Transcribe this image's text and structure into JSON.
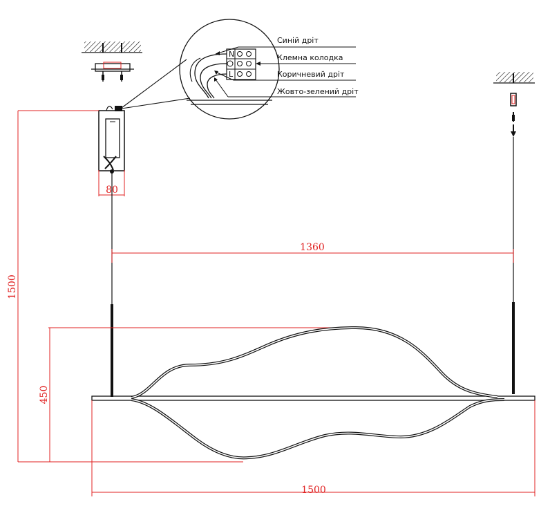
{
  "dimensions": {
    "box_width": "80",
    "span": "1360",
    "drop_height": "1500",
    "body_height": "450",
    "body_length": "1500"
  },
  "callout_labels": {
    "blue_wire": "Синій дріт",
    "terminal_block": "Клемна колодка",
    "brown_wire": "Коричневий дріт",
    "ground_wire": "Жовто-зелений дріт"
  },
  "colors": {
    "dimension": "#e02020",
    "line": "#111111"
  }
}
